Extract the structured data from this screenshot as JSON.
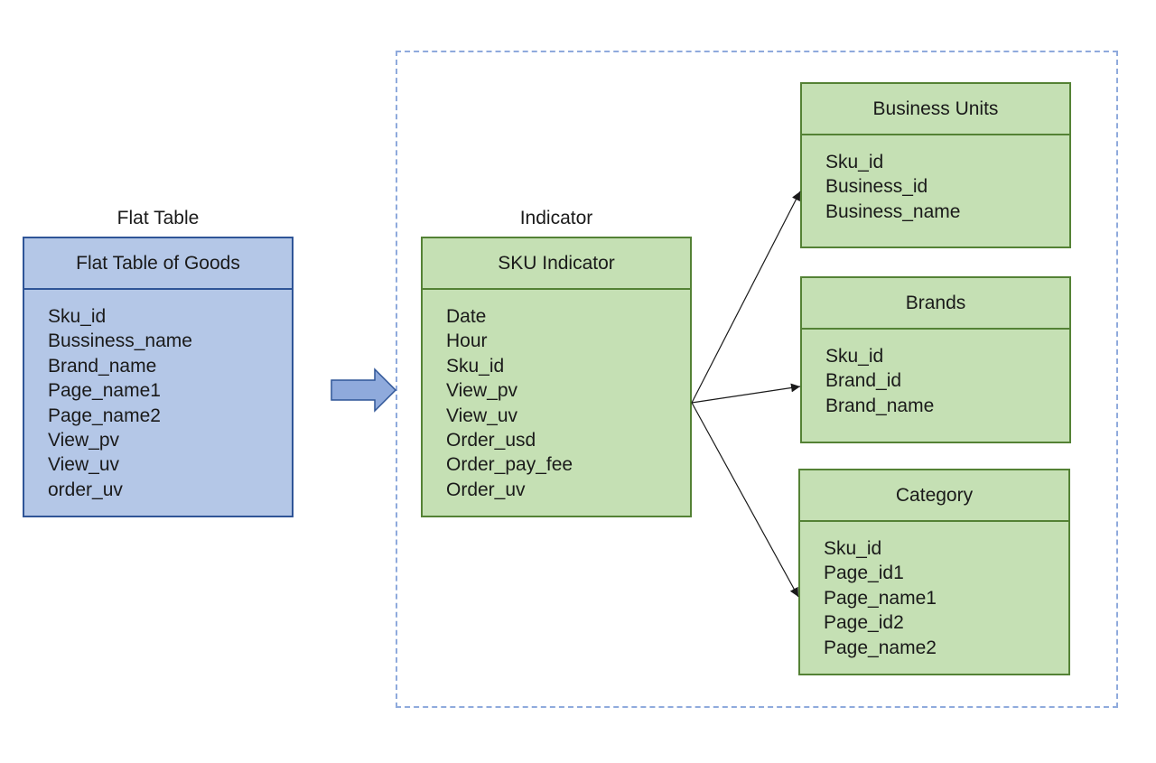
{
  "flat_section": {
    "caption": "Flat Table",
    "table": {
      "title": "Flat Table of Goods",
      "fields": [
        "Sku_id",
        "Bussiness_name",
        "Brand_name",
        "Page_name1",
        "Page_name2",
        "View_pv",
        "View_uv",
        "order_uv"
      ]
    }
  },
  "indicator_section": {
    "caption": "Indicator",
    "table": {
      "title": "SKU Indicator",
      "fields": [
        "Date",
        "Hour",
        "Sku_id",
        "View_pv",
        "View_uv",
        "Order_usd",
        "Order_pay_fee",
        "Order_uv"
      ]
    }
  },
  "dimension_tables": [
    {
      "title": "Business Units",
      "fields": [
        "Sku_id",
        "Business_id",
        "Business_name"
      ]
    },
    {
      "title": "Brands",
      "fields": [
        "Sku_id",
        "Brand_id",
        "Brand_name"
      ]
    },
    {
      "title": "Category",
      "fields": [
        "Sku_id",
        "Page_id1",
        "Page_name1",
        "Page_id2",
        "Page_name2"
      ]
    }
  ],
  "colors": {
    "flat_fill": "#b4c7e7",
    "flat_border": "#2f5597",
    "indicator_fill": "#c5e0b4",
    "indicator_border": "#548235",
    "group_border": "#8faadc",
    "arrow_fill": "#8faadc",
    "connector": "#1a1a1a"
  }
}
